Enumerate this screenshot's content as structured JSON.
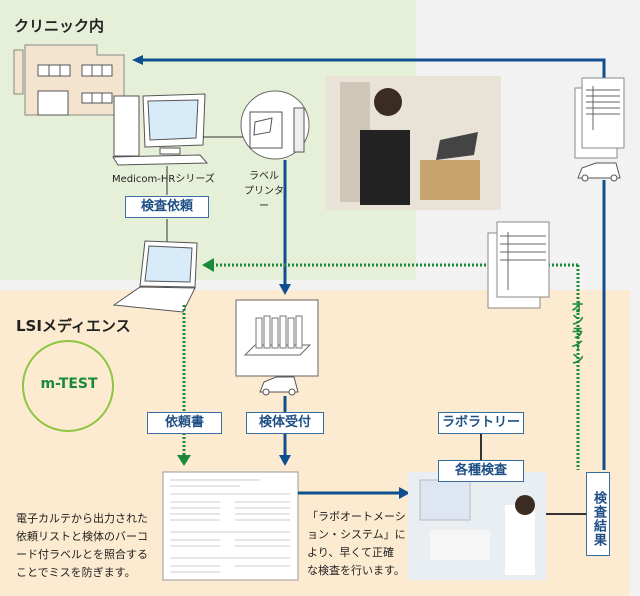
{
  "zones": {
    "clinic": {
      "title": "クリニック内"
    },
    "lsi": {
      "title": "LSIメディエンス"
    }
  },
  "clinic": {
    "system_label": "Medicom-HRシリーズ",
    "printer_label_line1": "ラベル",
    "printer_label_line2": "プリンター",
    "request_box": "検査依頼"
  },
  "lsi": {
    "mtest_label": "m-TEST",
    "request_doc_box": "依頼書",
    "specimen_receipt_box": "検体受付",
    "laboratory_box": "ラボラトリー",
    "various_tests_box": "各種検査",
    "results_box": "検査結果",
    "online_label": "オンライン",
    "left_desc": [
      "電子カルテから出力された",
      "依頼リストと検体のバーコ",
      "ード付ラベルとを照合する",
      "ことでミスを防ぎます。"
    ],
    "right_desc": [
      "「ラボオートメーシ",
      "ョン・システム」に",
      "より、早くて正確",
      "な検査を行います。"
    ]
  },
  "colors": {
    "clinic_bg": "#e6f0d8",
    "lsi_bg": "#fcebd1",
    "flow_blue": "#0f4f8f",
    "online_green": "#1a8a3a",
    "mtest_circle": "#8cc63f"
  }
}
